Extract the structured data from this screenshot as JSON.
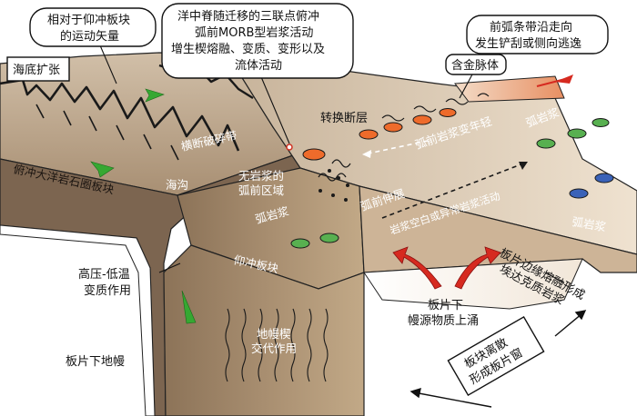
{
  "diagram": {
    "callouts": {
      "motion_vector": [
        "相对于仰冲板块",
        "的运动矢量"
      ],
      "triple_junction": [
        "洋中脊随迁移的三联点俯冲",
        "弧前MORB型岩浆活动",
        "增生楔熔融、变质、变形以及",
        "流体活动"
      ],
      "forearc_escape": [
        "前弧条带沿走向",
        "发生铲刮或侧向逃逸"
      ],
      "slab_window": [
        "板块离散",
        "形成板片窗"
      ]
    },
    "labels": {
      "seafloor_spreading": "海底扩张",
      "subducting_plate": "俯冲大洋岩石圈板块",
      "transverse_fracture": "横断破碎带",
      "trench": "海沟",
      "transform_fault": "转换断层",
      "gold_vein": "含金脉体",
      "forearc_young": "弧前岩浆变年轻",
      "forearc_extension": "弧前伸展",
      "arc_gap": "岩浆空白或异常岩浆活动",
      "amagmatic_forearc": [
        "无岩浆的",
        "弧前区域"
      ],
      "arc_magma_1": "弧岩浆",
      "arc_magma_2": "弧岩浆",
      "arc_magma_3": "弧岩浆",
      "overriding_plate": "仰冲板块",
      "hp_lt": [
        "高压-低温",
        "变质作用"
      ],
      "mantle_wedge": [
        "地幔楔",
        "交代作用"
      ],
      "sub_slab_mantle": "板片下地幔",
      "upwelling": [
        "板片下",
        "幔源物质上涌"
      ],
      "adakite": [
        "板片边缘熔融形成",
        "埃达克质岩浆"
      ]
    }
  }
}
